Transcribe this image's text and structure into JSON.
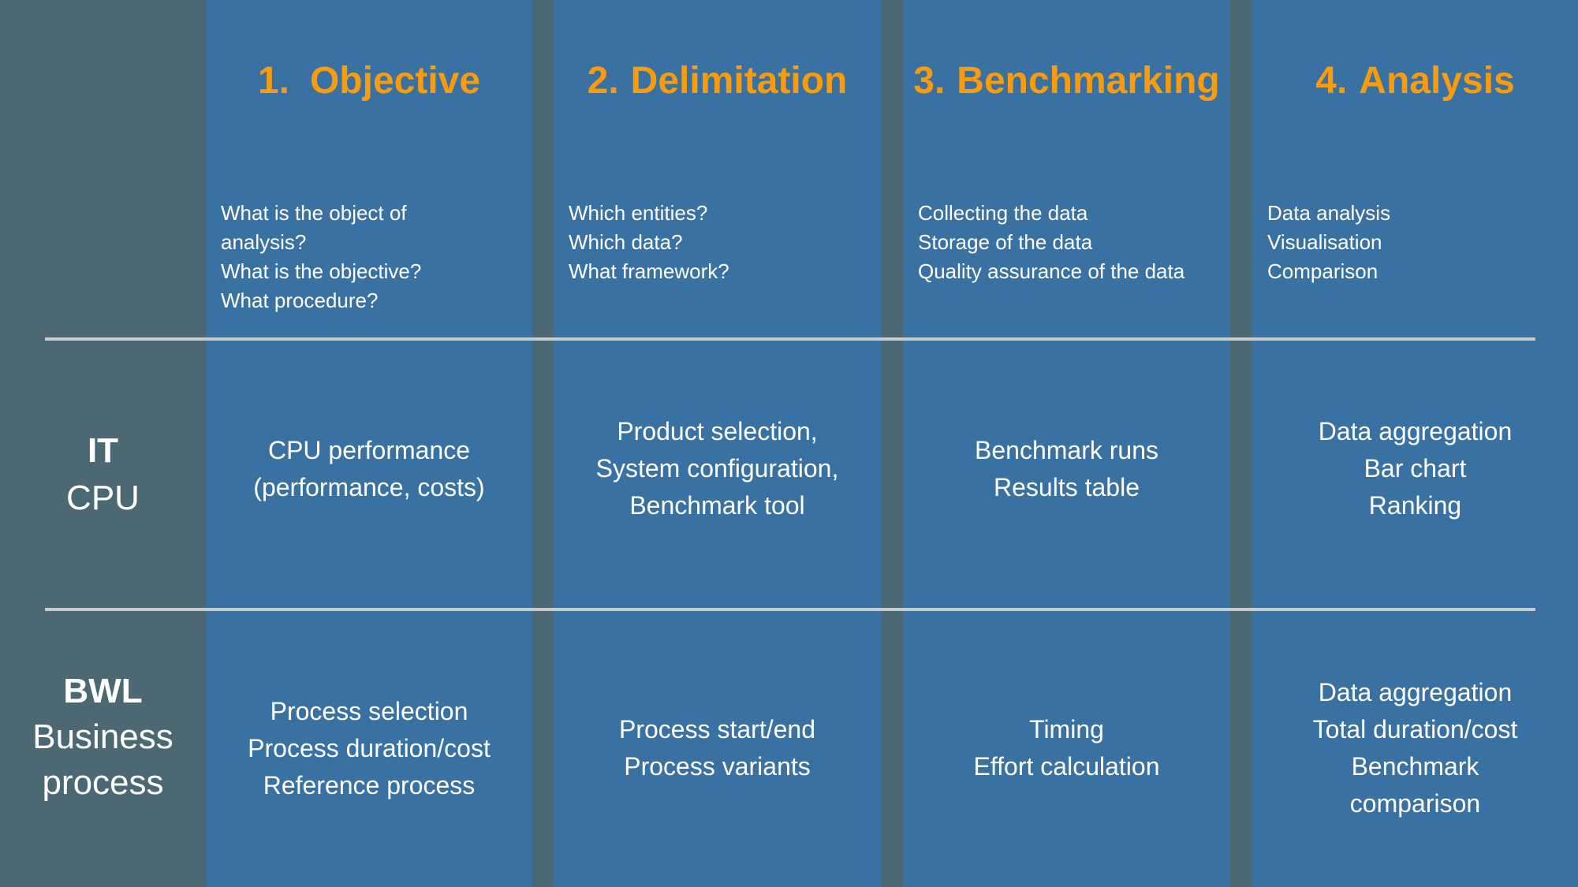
{
  "slide": {
    "background_color": "#4c6872",
    "column_color": "#3a71a3",
    "accent_color": "#f89b0d",
    "divider_color": "#c8cccc",
    "text_color": "#ffffff"
  },
  "row_labels": {
    "it": {
      "lines": [
        "IT",
        "CPU"
      ]
    },
    "business": {
      "lines": [
        "BWL",
        "Business",
        "process"
      ]
    }
  },
  "columns": [
    {
      "number": "1.",
      "title": "Objective",
      "question_lines": [
        "What is the object of",
        "analysis?",
        "What is the objective?",
        "What procedure?"
      ],
      "it_lines": [
        "CPU performance",
        "(performance, costs)"
      ],
      "business_lines": [
        "Process selection",
        "Process duration/cost",
        "Reference process"
      ]
    },
    {
      "number": "2.",
      "title": "Delimitation",
      "question_lines": [
        "Which entities?",
        "Which data?",
        "What framework?"
      ],
      "it_lines": [
        "Product selection,",
        "System configuration,",
        "Benchmark tool"
      ],
      "business_lines": [
        "Process start/end",
        "Process variants"
      ]
    },
    {
      "number": "3.",
      "title": "Benchmarking",
      "question_lines": [
        "Collecting the data",
        "Storage of the data",
        "Quality assurance of the data"
      ],
      "it_lines": [
        "Benchmark runs",
        "Results table"
      ],
      "business_lines": [
        "Timing",
        "Effort calculation"
      ]
    },
    {
      "number": "4.",
      "title": "Analysis",
      "question_lines": [
        "Data analysis",
        "Visualisation",
        "Comparison"
      ],
      "it_lines": [
        "Data aggregation",
        "Bar chart",
        "Ranking"
      ],
      "business_lines": [
        "Data aggregation",
        "Total duration/cost",
        "Benchmark",
        "comparison"
      ]
    }
  ]
}
